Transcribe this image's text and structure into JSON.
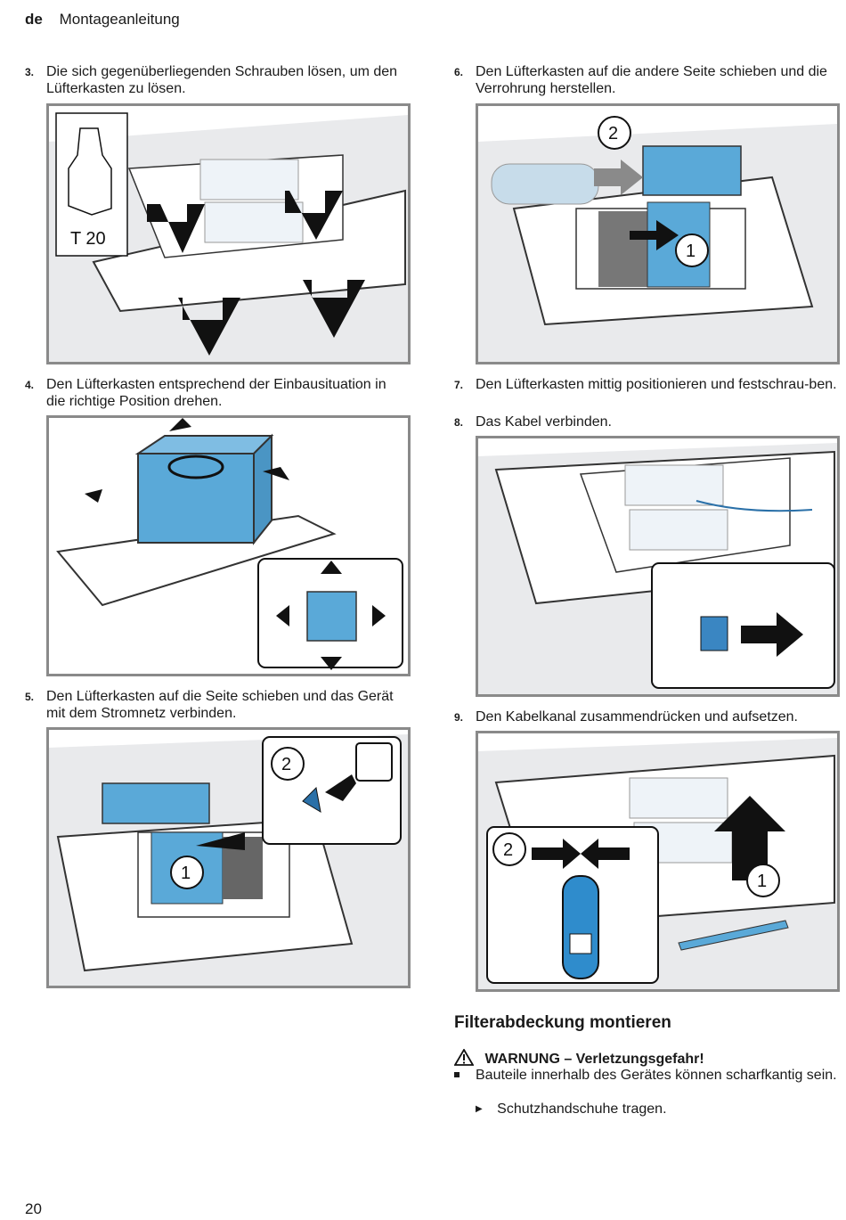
{
  "header": {
    "lang": "de",
    "title": "Montageanleitung"
  },
  "steps": [
    {
      "num": "3.",
      "text": "Die sich gegenüberliegenden Schrauben lösen, um den Lüfterkasten zu lösen."
    },
    {
      "num": "4.",
      "text": "Den Lüfterkasten entsprechend der Einbausituation in die richtige Position drehen."
    },
    {
      "num": "5.",
      "text": "Den Lüfterkasten auf die Seite schieben und das Gerät mit dem Stromnetz verbinden."
    },
    {
      "num": "6.",
      "text": "Den Lüfterkasten auf die andere Seite schieben und die Verrohrung herstellen."
    },
    {
      "num": "7.",
      "text": "Den Lüfterkasten mittig positionieren und festschrau-ben."
    },
    {
      "num": "8.",
      "text": "Das Kabel verbinden."
    },
    {
      "num": "9.",
      "text": "Den Kabelkanal zusammendrücken und aufsetzen."
    }
  ],
  "figures": {
    "torx_label": "T 20",
    "callout_1": "1",
    "callout_2": "2"
  },
  "section": {
    "title": "Filterabdeckung montieren"
  },
  "warning": {
    "title": "WARNUNG – Verletzungsgefahr!",
    "bullet": "Bauteile innerhalb des Gerätes können scharfkantig sein.",
    "action": "Schutzhandschuhe tragen."
  },
  "page_number": "20",
  "colors": {
    "fan_blue": "#5aa9d8",
    "frame_gray": "#8a8a8a",
    "panel_gray": "#e9eaec"
  }
}
